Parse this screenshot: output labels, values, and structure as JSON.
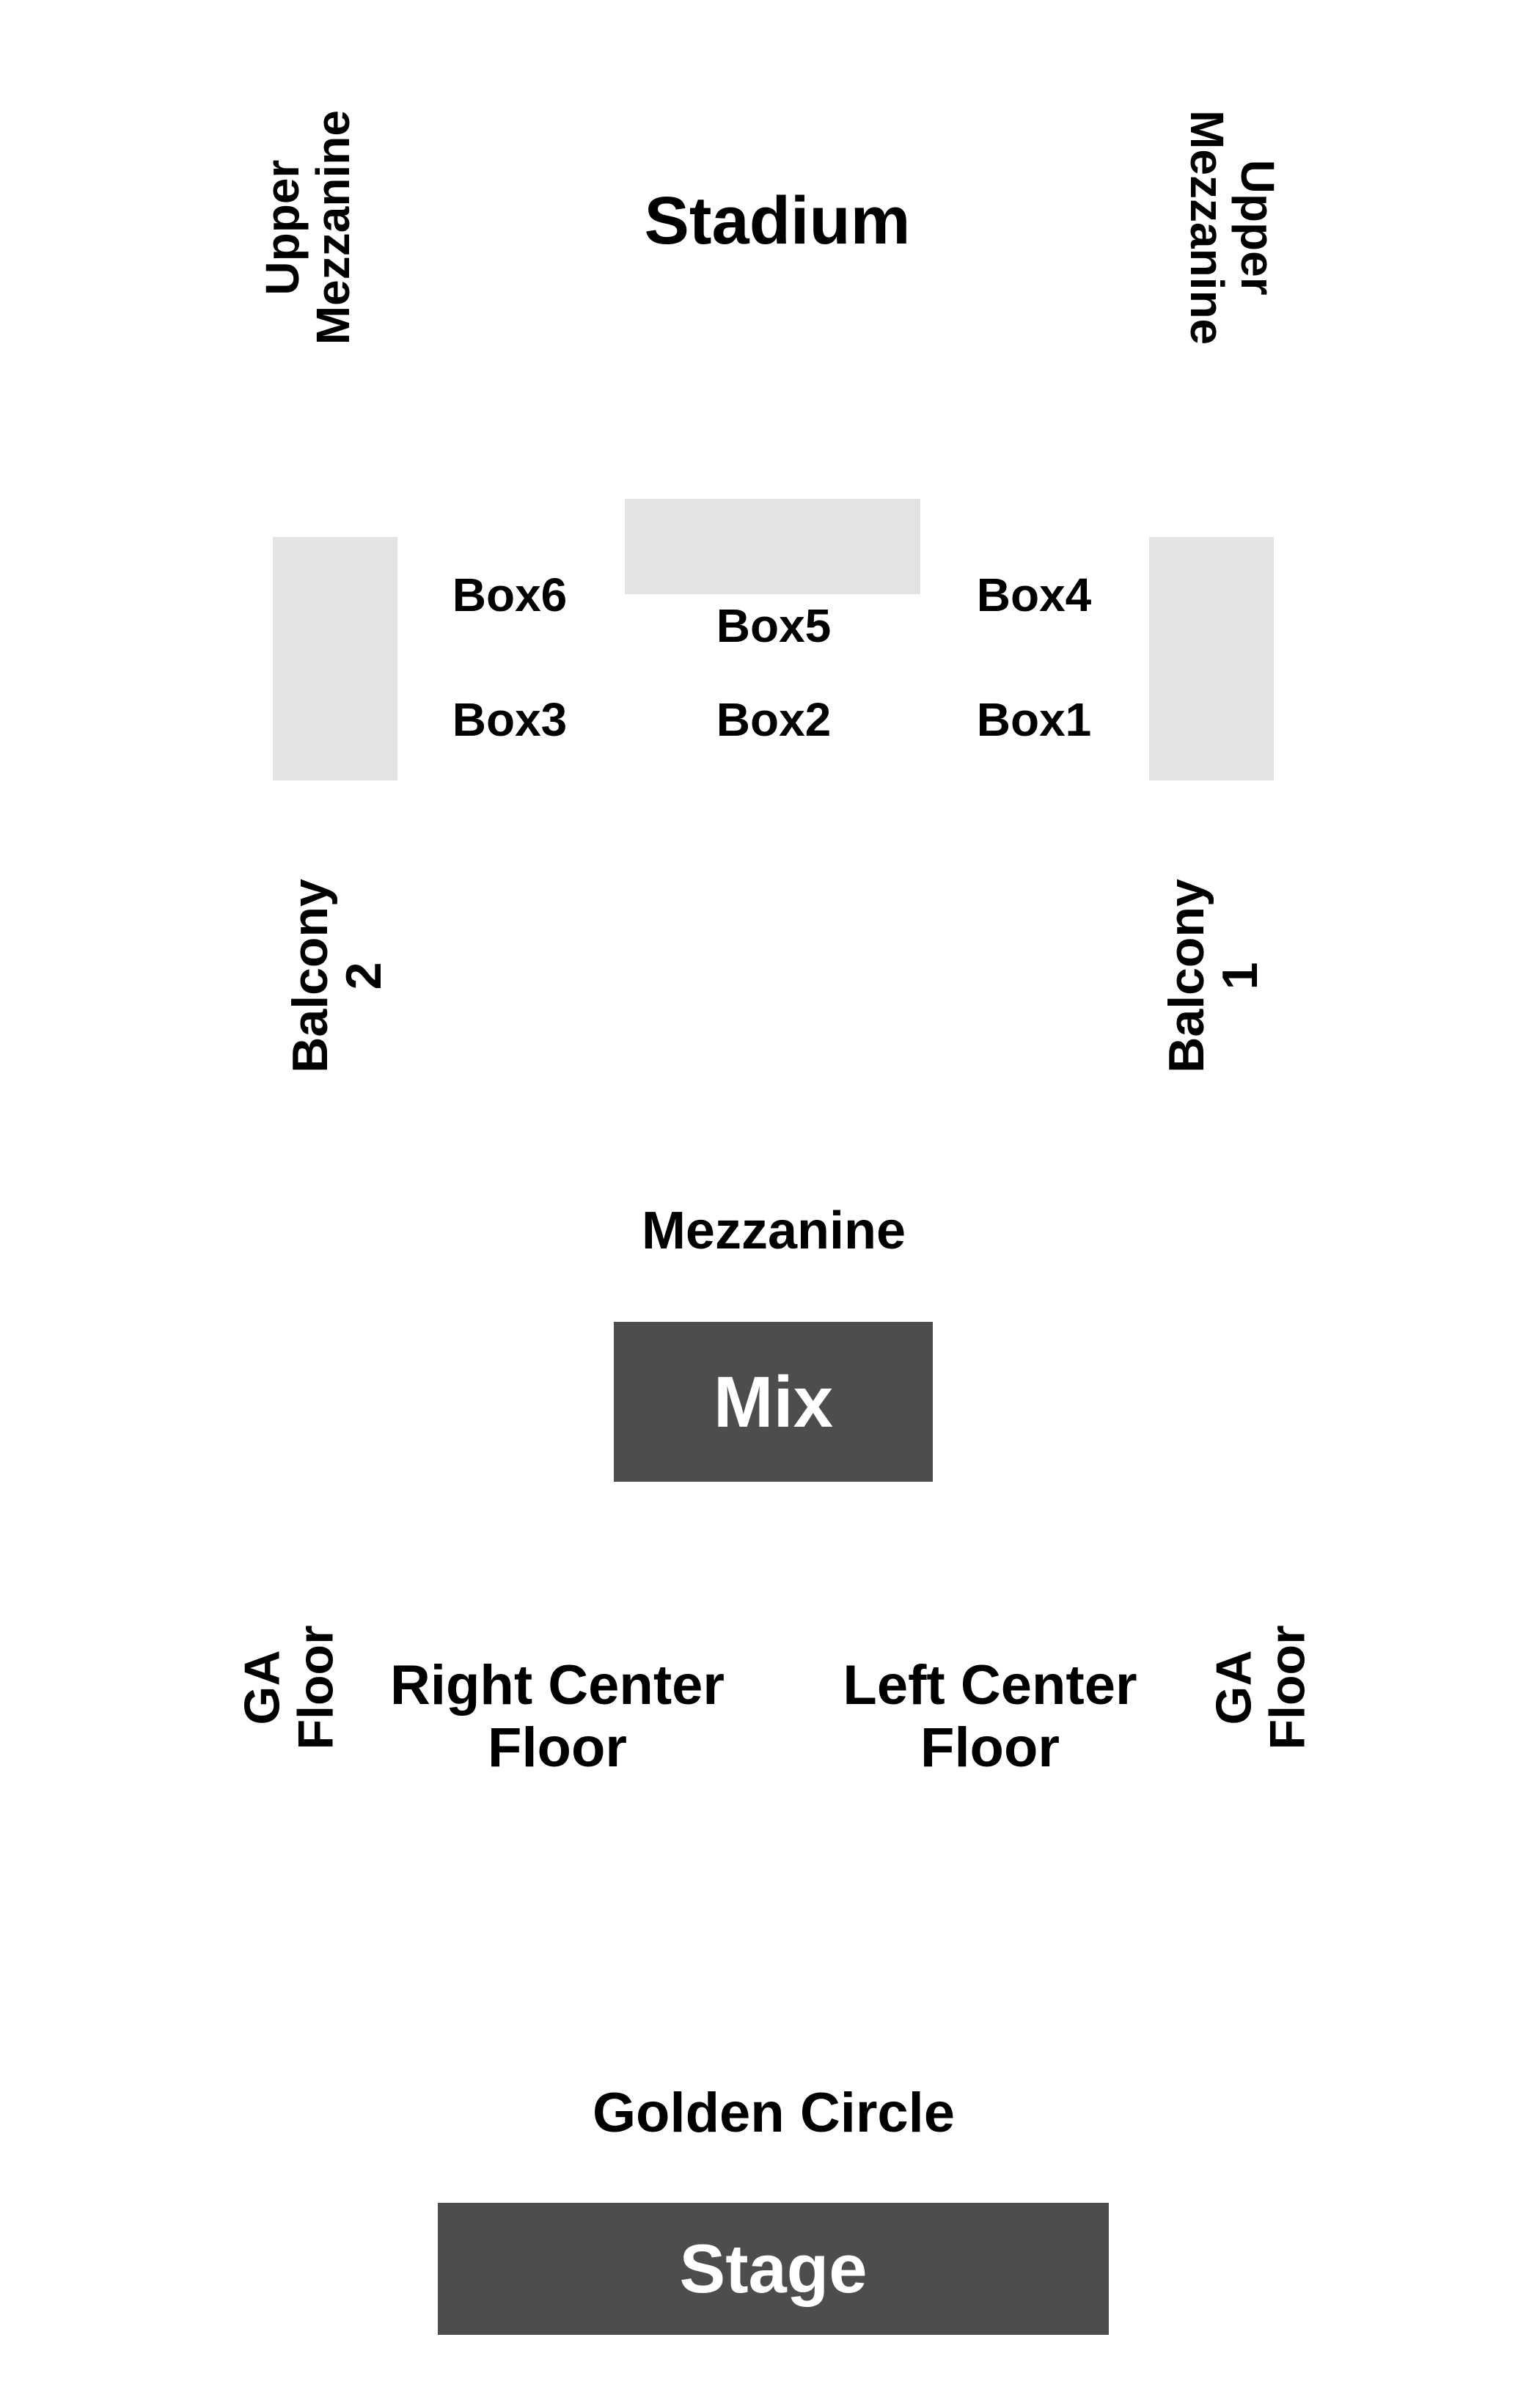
{
  "sections": {
    "stadium": "Stadium",
    "upper_mezzanine_left": "Upper\nMezzanine",
    "upper_mezzanine_right": "Upper\nMezzanine",
    "box6": "Box6",
    "box5": "Box5",
    "box4": "Box4",
    "box3": "Box3",
    "box2": "Box2",
    "box1": "Box1",
    "balcony_2": "Balcony 2",
    "balcony_1": "Balcony 1",
    "mezzanine": "Mezzanine",
    "mix": "Mix",
    "ga_floor_left": "GA Floor",
    "ga_floor_right": "GA Floor",
    "right_center_floor": "Right Center\nFloor",
    "left_center_floor": "Left Center\nFloor",
    "golden_circle": "Golden Circle",
    "stage": "Stage"
  },
  "colors": {
    "background": "#ffffff",
    "light_block": "#e3e3e3",
    "dark_block": "#4d4d4d",
    "text": "#000000",
    "dark_block_text": "#ffffff"
  }
}
